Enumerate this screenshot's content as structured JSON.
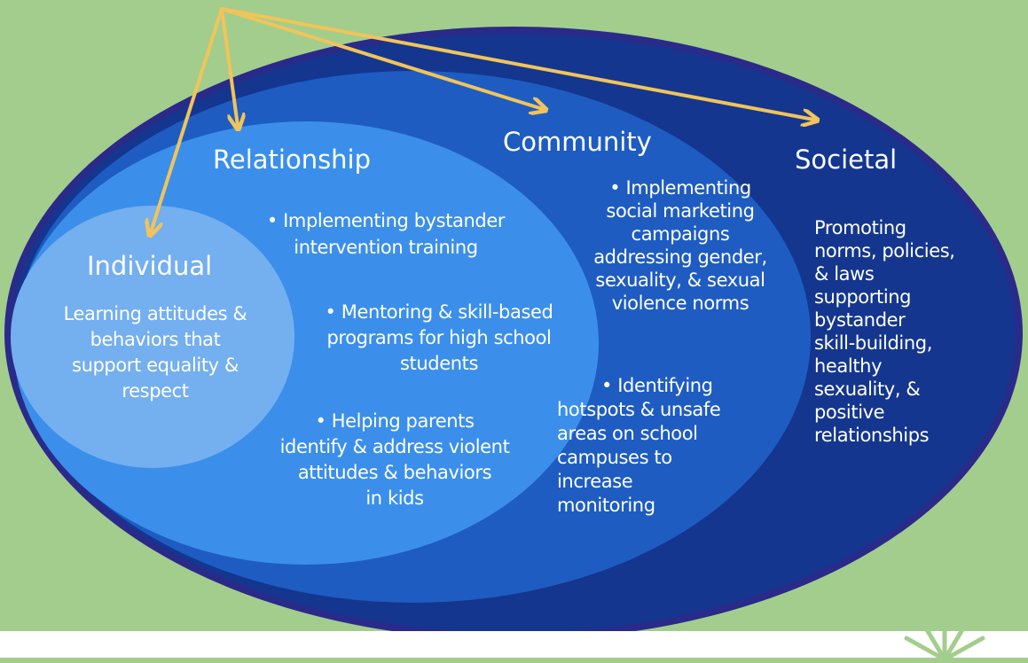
{
  "levels": {
    "individual": {
      "title": "Individual",
      "text": "Learning attitudes &\nbehaviors that\nsupport equality &\nrespect"
    },
    "relationship": {
      "title": "Relationship",
      "bullets": [
        "• Implementing bystander\nintervention training",
        "• Mentoring & skill-based\nprograms for high school\nstudents",
        "• Helping parents\nidentify & address violent\nattitudes & behaviors\nin kids"
      ]
    },
    "community": {
      "title": "Community",
      "bullets": [
        "• Implementing\nsocial marketing\ncampaigns\naddressing gender,\nsexuality, & sexual\nviolence norms",
        "• Identifying\nhotspots & unsafe\nareas on school\ncampuses to\nincrease\nmonitoring"
      ]
    },
    "societal": {
      "title": "Societal",
      "text": "Promoting\nnorms, policies,\n& laws\nsupporting\nbystander\nskill-building,\nhealthy\nsexuality, &\npositive\nrelationships"
    }
  },
  "colors": {
    "background": "#a3cd8c",
    "outer_rim": "#2a2a8a",
    "societal": "#14368e",
    "community": "#1e5cc2",
    "relationship": "#3b8fea",
    "individual": "#74afef",
    "arrows": "#f1c45a",
    "text": "#ffffff"
  },
  "icons": [
    "logo-mark-icon"
  ]
}
